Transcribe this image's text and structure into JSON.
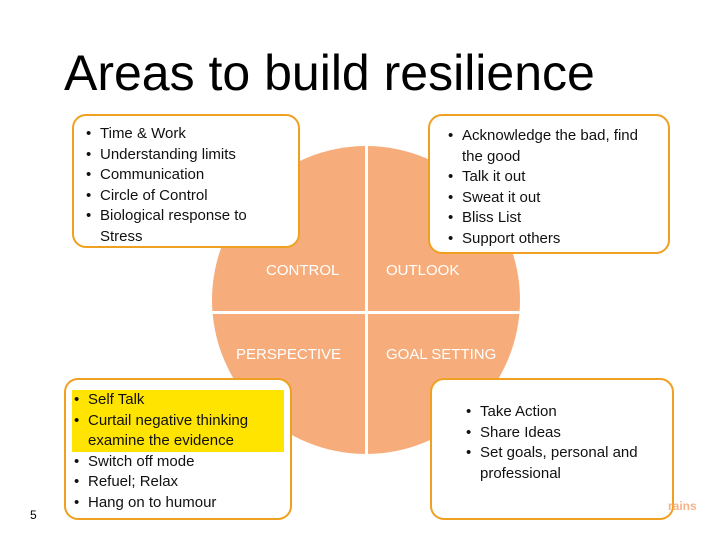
{
  "title": "Areas to build resilience",
  "quadrants": {
    "control": "CONTROL",
    "outlook": "OUTLOOK",
    "perspective": "PERSPECTIVE",
    "goal_setting": "GOAL SETTING"
  },
  "control_box": {
    "items": [
      "Time & Work",
      "Understanding limits",
      "Communication",
      "Circle of Control",
      "Biological response to Stress"
    ]
  },
  "outlook_box": {
    "items": [
      "Acknowledge the bad, find the good",
      "Talk it out",
      "Sweat it out",
      "Bliss List",
      "Support others"
    ]
  },
  "perspective_box": {
    "items": [
      "Self Talk",
      "Curtail negative thinking examine the evidence",
      "Switch off mode",
      "Refuel; Relax",
      "Hang on to humour"
    ]
  },
  "goal_box": {
    "items": [
      "Take Action",
      "Share Ideas",
      "Set goals, personal and professional"
    ]
  },
  "page_number": "5",
  "logo_text": "rains",
  "colors": {
    "circle": "#f6ad7b",
    "box_border": "#f0a020",
    "highlight": "#ffe400"
  }
}
